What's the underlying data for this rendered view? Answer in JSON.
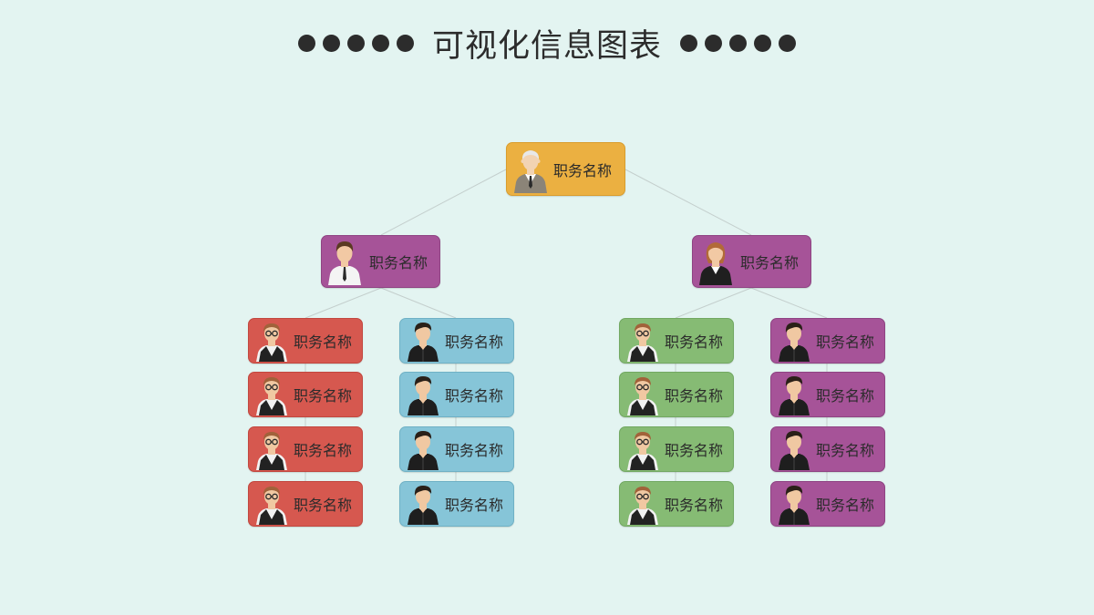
{
  "title": "可视化信息图表",
  "colors": {
    "orange": "#ebb041",
    "purple": "#a65398",
    "red": "#d6584f",
    "blue": "#86c5d8",
    "green": "#86bb74"
  },
  "org_chart": {
    "root": {
      "label": "职务名称",
      "color": "orange",
      "avatar": "elderly-man-icon"
    },
    "managers": [
      {
        "label": "职务名称",
        "color": "purple",
        "avatar": "man-in-shirt-icon"
      },
      {
        "label": "职务名称",
        "color": "purple",
        "avatar": "woman-in-suit-icon"
      }
    ],
    "columns": [
      {
        "color": "red",
        "avatar": "man-with-glasses-vest-icon",
        "items": [
          "职务名称",
          "职务名称",
          "职务名称",
          "职务名称"
        ]
      },
      {
        "color": "blue",
        "avatar": "man-in-jacket-icon",
        "items": [
          "职务名称",
          "职务名称",
          "职务名称",
          "职务名称"
        ]
      },
      {
        "color": "green",
        "avatar": "man-with-glasses-vest-icon",
        "items": [
          "职务名称",
          "职务名称",
          "职务名称",
          "职务名称"
        ]
      },
      {
        "color": "purple",
        "avatar": "man-in-jacket-icon",
        "items": [
          "职务名称",
          "职务名称",
          "职务名称",
          "职务名称"
        ]
      }
    ]
  }
}
